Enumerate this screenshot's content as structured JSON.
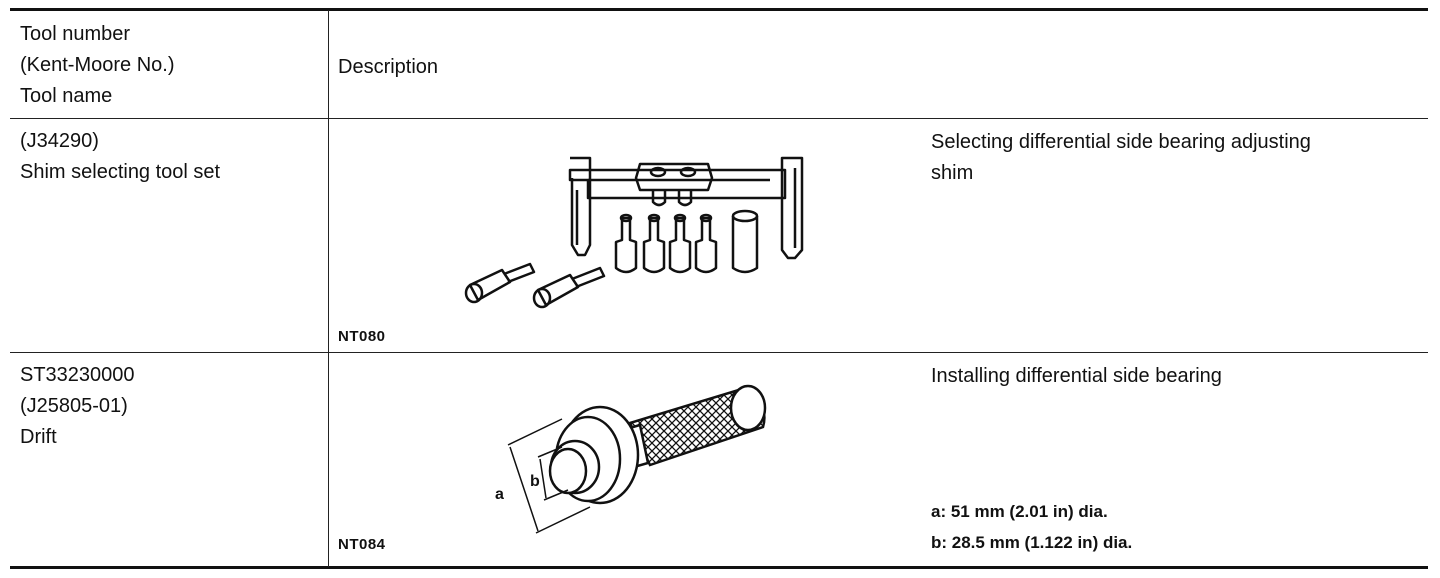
{
  "header": {
    "tool_col": [
      "Tool number",
      "(Kent-Moore No.)",
      "Tool name"
    ],
    "description": "Description"
  },
  "rows": [
    {
      "tool_lines": [
        "(J34290)",
        "Shim selecting tool set"
      ],
      "figure_code": "NT080",
      "description_lines": [
        "Selecting differential side bearing adjusting",
        "shim"
      ]
    },
    {
      "tool_lines": [
        "ST33230000",
        "(J25805-01)",
        "Drift"
      ],
      "figure_code": "NT084",
      "figure_labels": {
        "a": "a",
        "b": "b"
      },
      "description_lines": [
        "Installing differential side bearing"
      ],
      "spec_lines": [
        "a: 51 mm (2.01 in) dia.",
        "b: 28.5 mm (1.122 in) dia."
      ]
    }
  ]
}
